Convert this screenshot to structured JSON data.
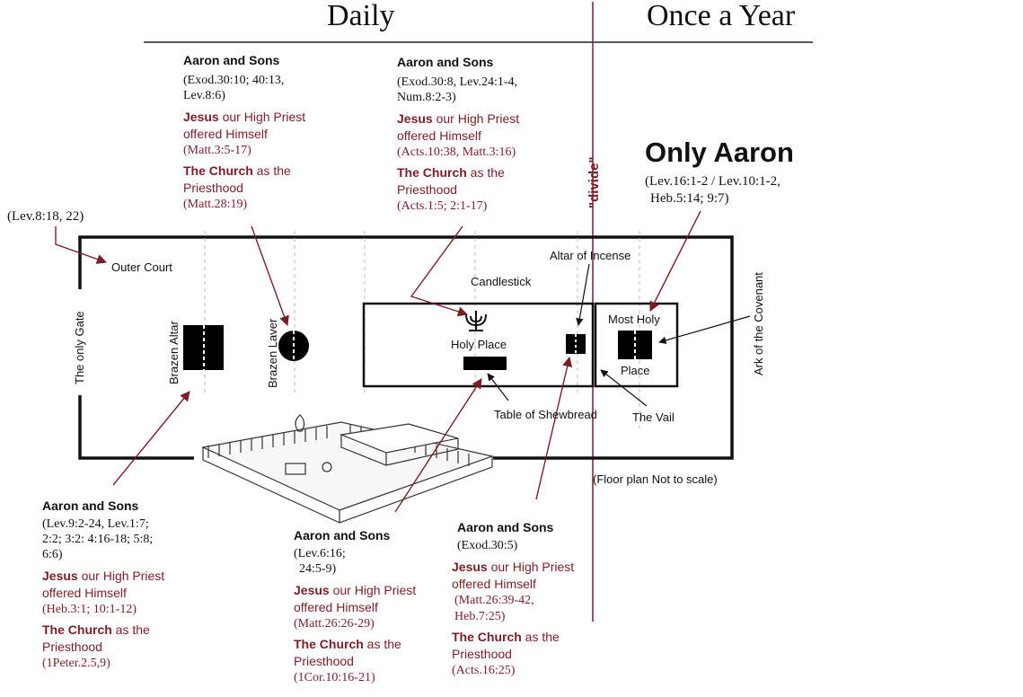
{
  "headers": {
    "daily": "Daily",
    "yearly": "Once a Year"
  },
  "divide_label": "\"divide\"",
  "only_aaron": {
    "title": "Only Aaron",
    "refs": [
      "(Lev.16:1-2 / Lev.10:1-2,",
      "Heb.5:14; 9:7)"
    ]
  },
  "lev_ref": "(Lev.8:18, 22)",
  "floor": {
    "outer_court": "Outer Court",
    "only_gate": "The only Gate",
    "brazen_altar": "Brazen Altar",
    "brazen_laver": "Brazen Laver",
    "candlestick": "Candlestick",
    "holy_place": "Holy Place",
    "altar_of_incense": "Altar of Incense",
    "most_holy": "Most Holy",
    "place": "Place",
    "ark": "Ark of the Covenant",
    "table_of_shewbread": "Table of Shewbread",
    "the_vail": "The Vail",
    "scale_note": "(Floor plan Not to scale)"
  },
  "blocks": {
    "laver": {
      "heading": "Aaron and Sons",
      "refs": [
        "(Exod.30:10; 40:13,",
        "Lev.8:6)"
      ],
      "jesus_bold": "Jesus",
      "jesus_rest": " our High Priest",
      "jesus_line2": "offered Himself",
      "jesus_refs": [
        "(Matt.3:5-17)"
      ],
      "church_bold": "The Church",
      "church_rest": " as the",
      "church_line2": "Priesthood",
      "church_refs": [
        "(Matt.28:19)"
      ]
    },
    "candlestick": {
      "heading": "Aaron and Sons",
      "refs": [
        "(Exod.30:8, Lev.24:1-4,",
        "Num.8:2-3)"
      ],
      "jesus_bold": "Jesus",
      "jesus_rest": " our High Priest",
      "jesus_line2": "offered Himself",
      "jesus_refs": [
        "(Acts.10:38, Matt.3:16)"
      ],
      "church_bold": "The Church",
      "church_rest": " as the",
      "church_line2": "Priesthood",
      "church_refs": [
        "(Acts.1:5; 2:1-17)"
      ]
    },
    "altar": {
      "heading": "Aaron and Sons",
      "refs": [
        "(Lev.9:2-24, Lev.1:7;",
        "2:2; 3:2: 4:16-18; 5:8;",
        "6:6)"
      ],
      "jesus_bold": "Jesus",
      "jesus_rest": " our High Priest",
      "jesus_line2": "offered Himself",
      "jesus_refs": [
        "(Heb.3:1; 10:1-12)"
      ],
      "church_bold": "The Church",
      "church_rest": " as the",
      "church_line2": "Priesthood",
      "church_refs": [
        "(1Peter.2.5,9)"
      ]
    },
    "shewbread": {
      "heading": "Aaron and Sons",
      "refs": [
        "(Lev.6:16;",
        "24:5-9)"
      ],
      "jesus_bold": "Jesus",
      "jesus_rest": " our High Priest",
      "jesus_line2": "offered Himself",
      "jesus_refs": [
        "(Matt.26:26-29)"
      ],
      "church_bold": "The Church",
      "church_rest": " as the",
      "church_line2": "Priesthood",
      "church_refs": [
        "(1Cor.10:16-21)"
      ]
    },
    "incense": {
      "heading": "Aaron and Sons",
      "refs": [
        "(Exod.30:5)"
      ],
      "jesus_bold": "Jesus",
      "jesus_rest": " our High Priest",
      "jesus_line2": "offered Himself",
      "jesus_refs": [
        "(Matt.26:39-42,",
        "Heb.7:25)"
      ],
      "church_bold": "The Church",
      "church_rest": " as the",
      "church_line2": "Priesthood",
      "church_refs": [
        "(Acts.16:25)"
      ]
    }
  },
  "colors": {
    "accent": "#7a1e26",
    "ink": "#111111"
  }
}
